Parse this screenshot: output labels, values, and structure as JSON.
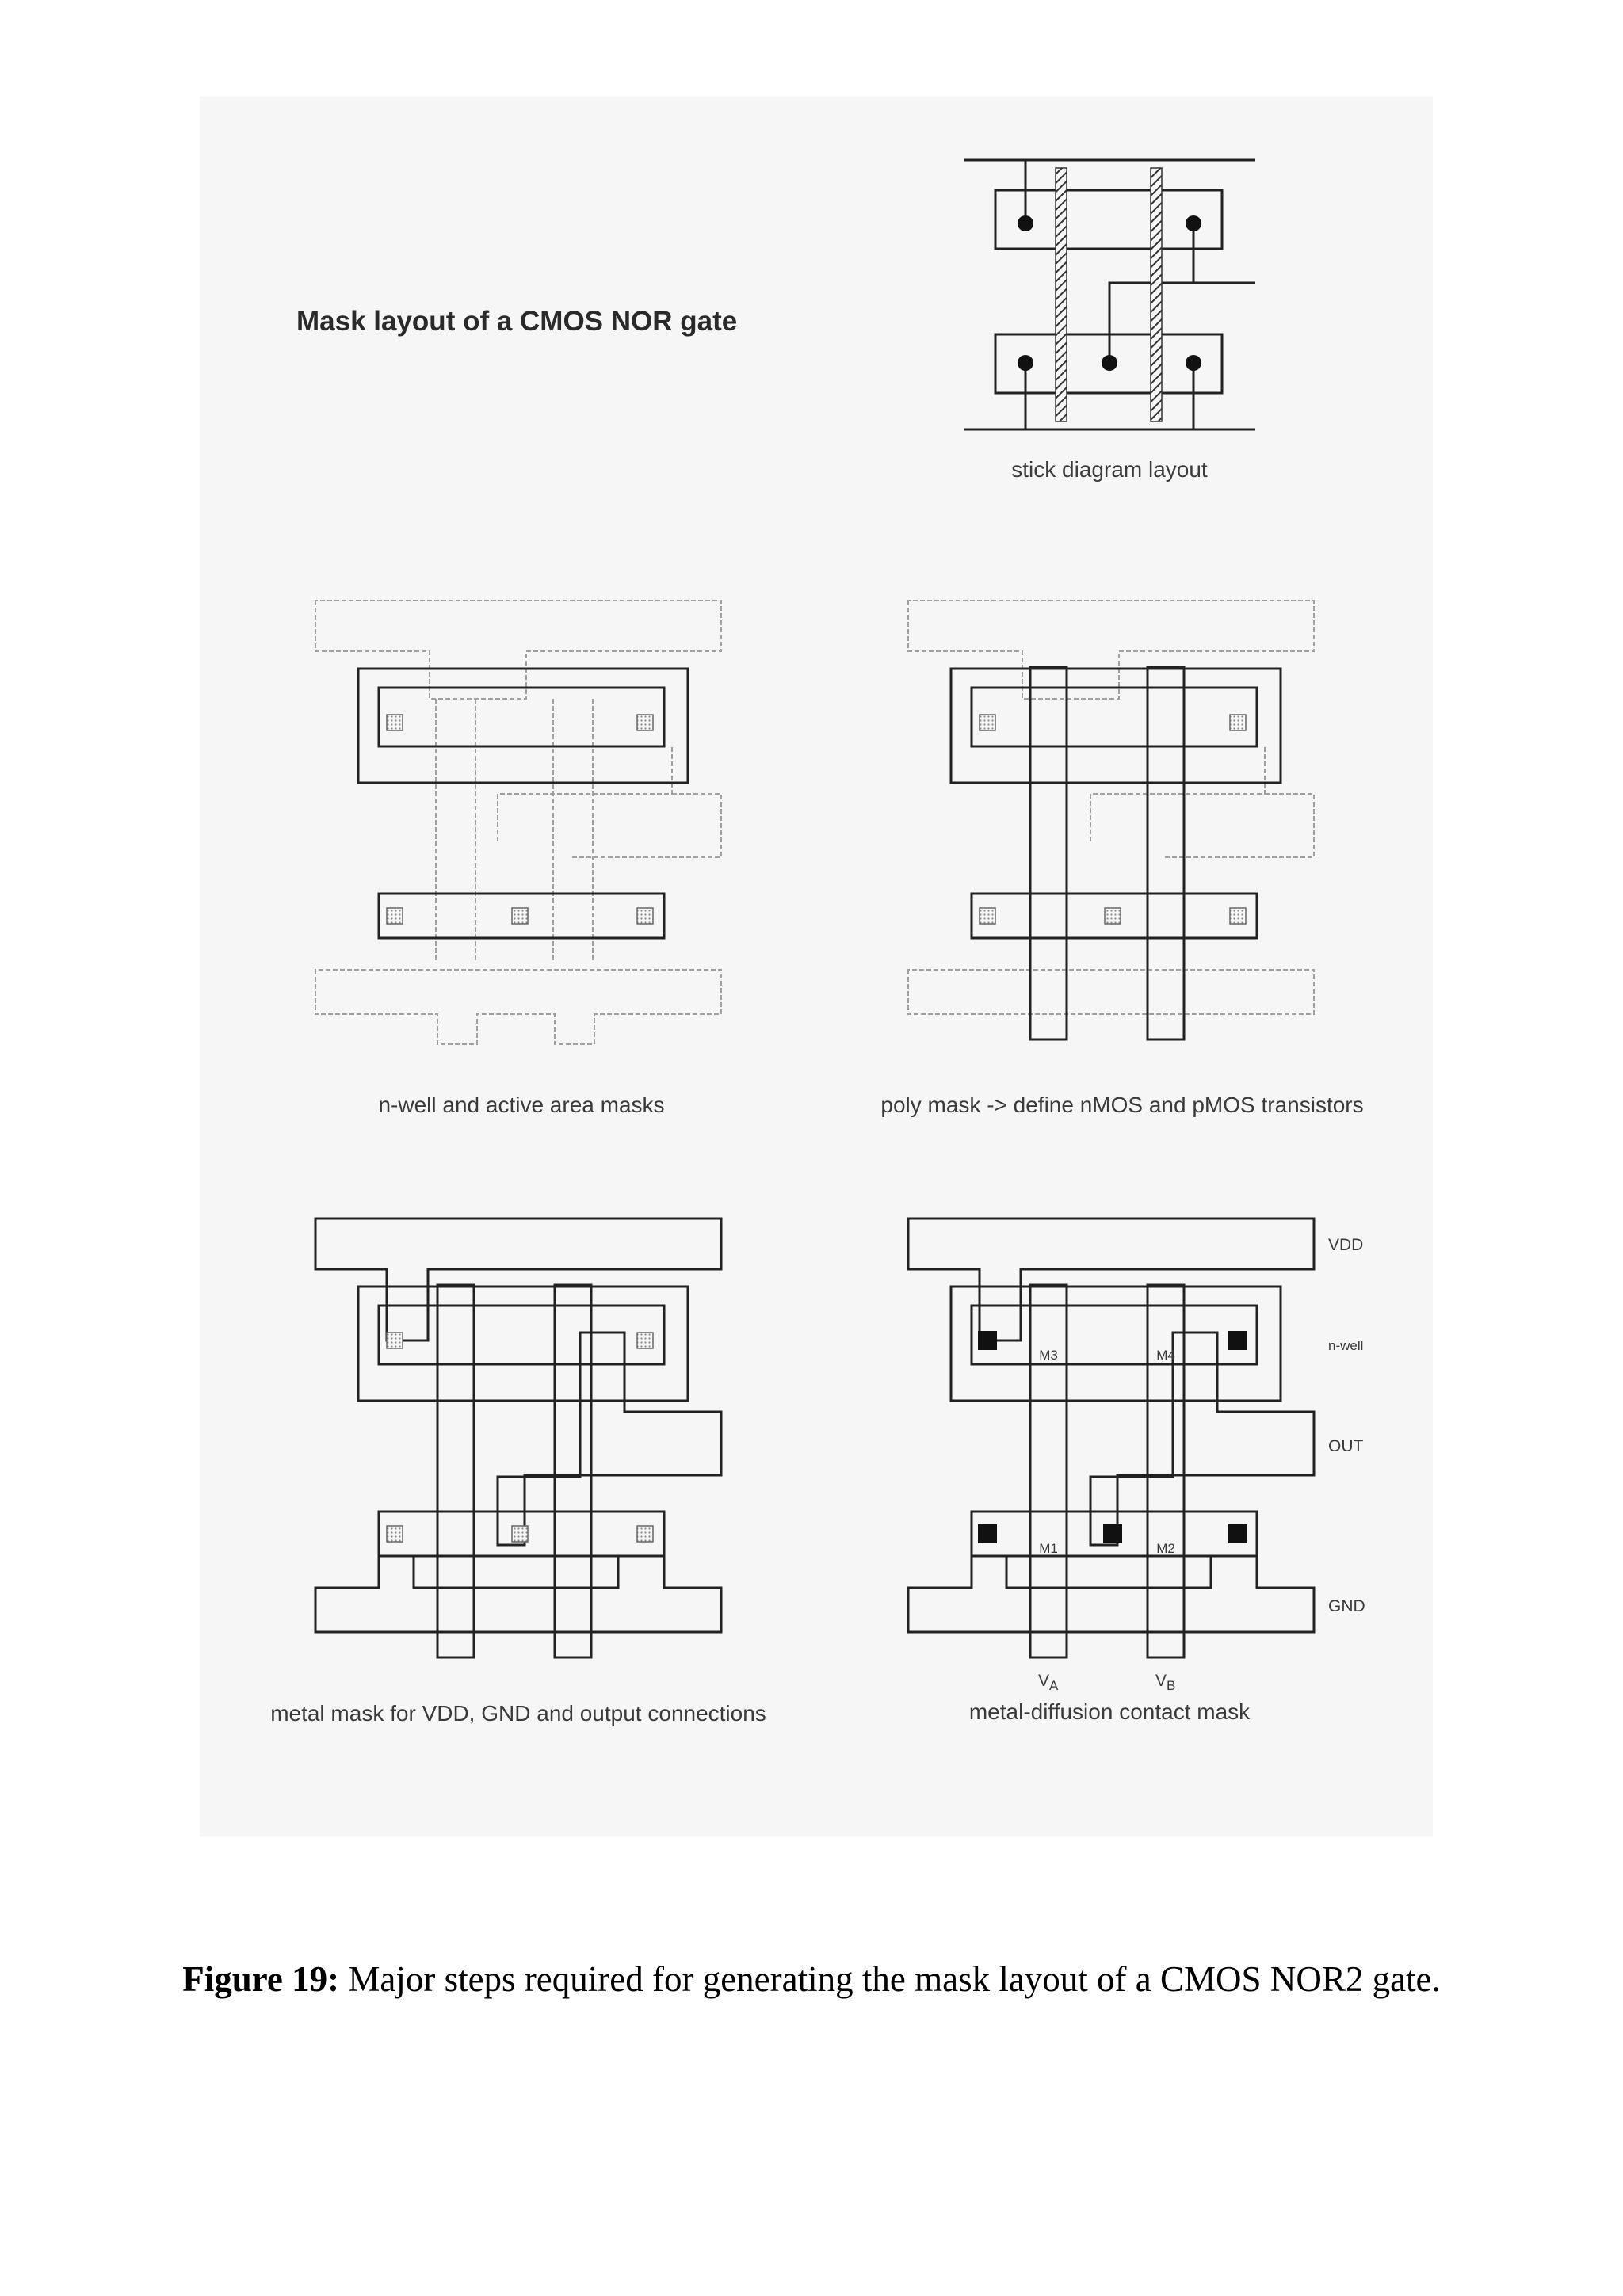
{
  "diagram": {
    "title": "Mask layout of a CMOS NOR gate",
    "panels": {
      "stick": {
        "caption": "stick diagram layout"
      },
      "nwell": {
        "caption": "n-well and active area masks"
      },
      "poly": {
        "caption": "poly mask  ->  define nMOS and pMOS transistors"
      },
      "metal": {
        "caption": "metal mask for VDD, GND and output connections"
      },
      "contact": {
        "caption": "metal-diffusion contact mask",
        "labels": {
          "vdd": "VDD",
          "nwell": "n-well",
          "out": "OUT",
          "gnd": "GND",
          "m1": "M1",
          "m2": "M2",
          "m3": "M3",
          "m4": "M4",
          "va": "V",
          "va_sub": "A",
          "vb": "V",
          "vb_sub": "B"
        }
      }
    }
  },
  "caption": {
    "label": "Figure 19:",
    "text": " Major steps required for generating the mask layout of a CMOS NOR2 gate."
  },
  "colors": {
    "panel_background": "#f6f6f6",
    "line": "#222222",
    "faint_line": "#9a9a9a"
  }
}
